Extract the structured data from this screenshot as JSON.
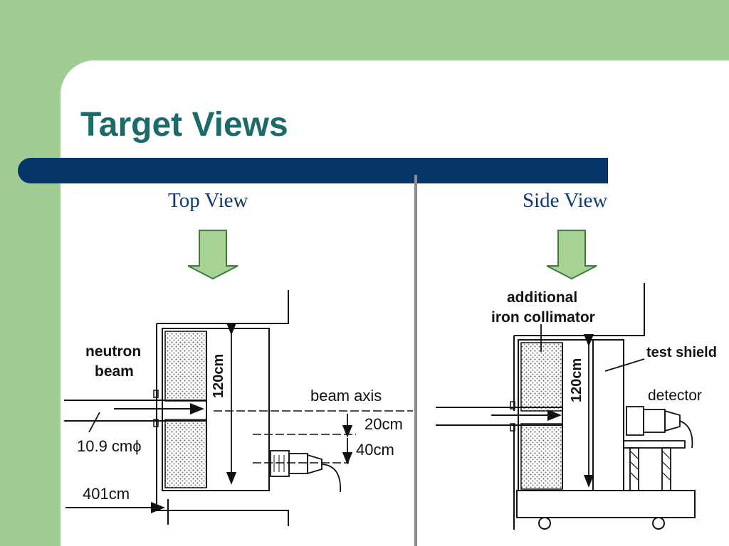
{
  "slide": {
    "title": "Target Views",
    "colors": {
      "background_green": "#a1cd95",
      "title_teal": "#1a6b69",
      "bar_navy": "#06356a",
      "label_navy": "#103a6e",
      "arrow_green": "#a7d294"
    }
  },
  "top_view": {
    "heading": "Top View",
    "arrow_icon": "down-arrow-icon",
    "labels": {
      "neutron_beam_line1": "neutron",
      "neutron_beam_line2": "beam",
      "diameter": "10.9 cmϕ",
      "distance": "401cm",
      "height": "120cm",
      "beam_axis": "beam axis",
      "offset_20": "20cm",
      "offset_40": "40cm"
    }
  },
  "side_view": {
    "heading": "Side View",
    "arrow_icon": "down-arrow-icon",
    "labels": {
      "collimator_line1": "additional",
      "collimator_line2": "iron collimator",
      "height": "120cm",
      "test_shield": "test shield",
      "detector": "detector"
    }
  }
}
